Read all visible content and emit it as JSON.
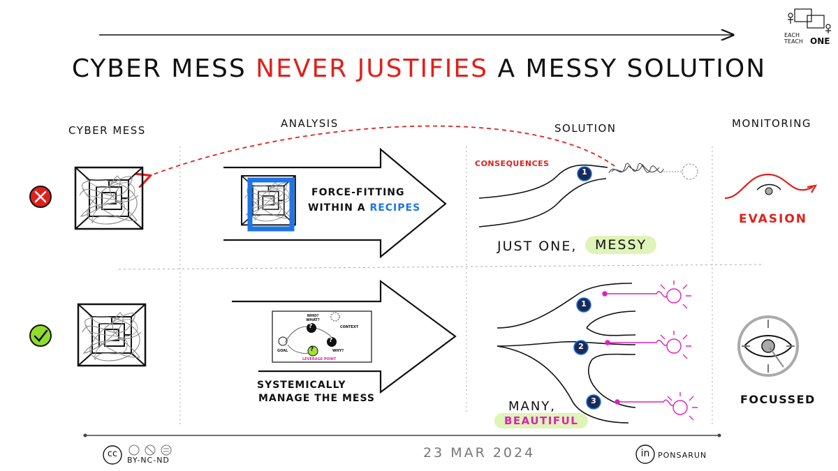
{
  "title": {
    "part1": "CYBER MESS",
    "part2": "NEVER JUSTIFIES",
    "part3": "A MESSY SOLUTION"
  },
  "logo": {
    "line1": "EACH",
    "line2": "TEACH",
    "line3": "ONE"
  },
  "columns": {
    "cyber_mess": "CYBER MESS",
    "analysis": "ANALYSIS",
    "solution": "SOLUTION",
    "monitoring": "MONITORING"
  },
  "bad_row": {
    "consequences": "CONSEQUENCES",
    "arrow_line1": "FORCE-FITTING",
    "arrow_line2_a": "WITHIN A",
    "arrow_line2_b": "RECIPES",
    "path_number": "1",
    "solution_a": "JUST ONE,",
    "solution_b": "MESSY",
    "monitoring": "EVASION"
  },
  "good_row": {
    "arrow_line1": "SYSTEMICALLY",
    "arrow_line2": "MANAGE THE MESS",
    "diagram": {
      "who_what": "WHO? WHAT?",
      "context": "CONTEXT",
      "goal": "GOAL",
      "why": "WHY?",
      "leverage": "LEVERAGE POINT",
      "q": "?"
    },
    "path_numbers": [
      "1",
      "2",
      "3"
    ],
    "solution_a": "MANY,",
    "solution_b": "BEAUTIFUL",
    "monitoring": "FOCUSSED"
  },
  "footer": {
    "cc": "cc",
    "license": "BY-NC-ND",
    "date": "23 MAR 2024",
    "linkedin": "in",
    "author": "PONSARUN"
  },
  "colors": {
    "red": "#e0201b",
    "blue": "#1e74e8",
    "magenta": "#e020b8",
    "green_highlight": "#dff4b8",
    "green_icon": "#8fdc2a"
  }
}
